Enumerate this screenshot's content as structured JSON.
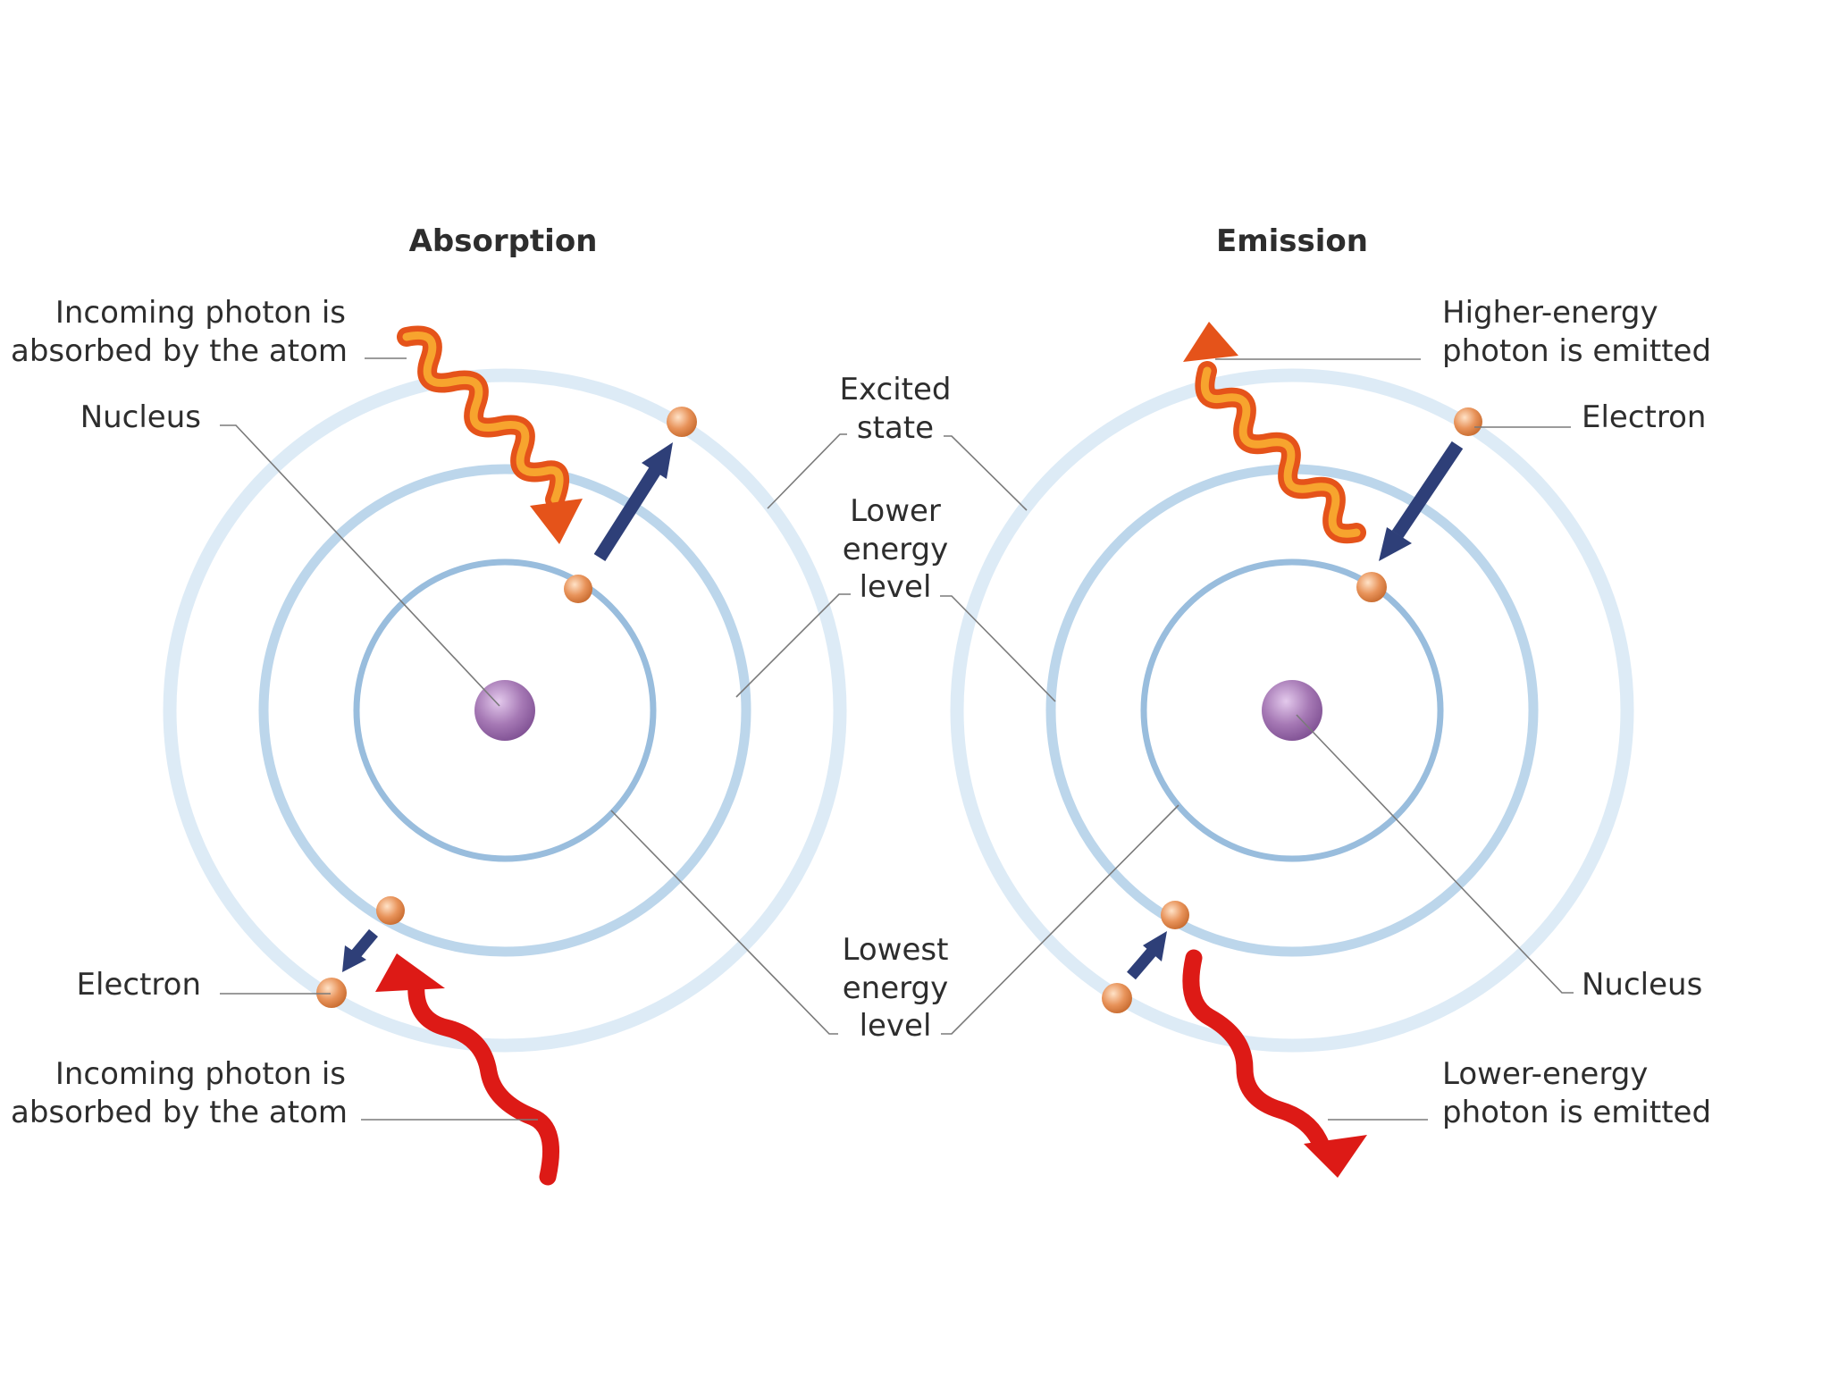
{
  "titles": {
    "absorption": "Absorption",
    "emission": "Emission"
  },
  "absorption_labels": {
    "photon_top_line1": "Incoming photon is",
    "photon_top_line2": "absorbed by the atom",
    "nucleus": "Nucleus",
    "electron": "Electron",
    "photon_bottom_line1": "Incoming photon is",
    "photon_bottom_line2": "absorbed by the atom"
  },
  "center_labels": {
    "excited_line1": "Excited",
    "excited_line2": "state",
    "lower_line1": "Lower",
    "lower_line2": "energy",
    "lower_line3": "level",
    "lowest_line1": "Lowest",
    "lowest_line2": "energy",
    "lowest_line3": "level"
  },
  "emission_labels": {
    "photon_top_line1": "Higher-energy",
    "photon_top_line2": "photon is emitted",
    "electron": "Electron",
    "nucleus": "Nucleus",
    "photon_bottom_line1": "Lower-energy",
    "photon_bottom_line2": "photon is emitted"
  },
  "colors": {
    "orbit_outer": "#ddebf6",
    "orbit_middle": "#bcd6eb",
    "orbit_inner": "#99bddd",
    "nucleus": "#a679b5",
    "electron": "#e89355",
    "electron_arrow": "#2e3f78",
    "photon_high": "#ef6a1f",
    "photon_low": "#dd1a16"
  }
}
